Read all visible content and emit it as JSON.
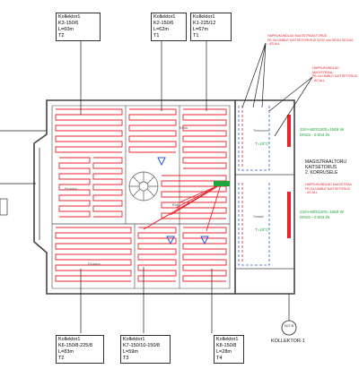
{
  "collectors_top": [
    {
      "title": "Kollektor1",
      "code": "K3-150/6",
      "length": "L=60m",
      "zone": "T2"
    },
    {
      "title": "Kollektor1",
      "code": "K2-150/6",
      "length": "L=62m",
      "zone": "T1"
    },
    {
      "title": "Kollektor1",
      "code": "K1-225/12",
      "length": "L=67m",
      "zone": "T1"
    }
  ],
  "collectors_bottom": [
    {
      "title": "Kollektor1",
      "code": "K6-150/8-225/8",
      "length": "L=83m",
      "zone": "T2"
    },
    {
      "title": "Kollektor1",
      "code": "K7-150/10-150/8",
      "length": "L=59m",
      "zone": "T3"
    },
    {
      "title": "Kollektor1",
      "code": "K8-150/8",
      "length": "L=28m",
      "zone": "T4"
    }
  ],
  "notes": {
    "note1_title": "HAPRUKUNDLAD MAGISTRAALTORUD",
    "note1_sub": "PE-Xa ÜMBLE KAITSETORUS Ø 32/32 mm SEGU SEGAS",
    "note1_extra": "- AS ALL",
    "note2_title": "HAPRUKUNDLAD MAGISTRAAL",
    "note2_sub": "PE-Xa ÜMBLE KAITSETORUS",
    "note2_extra": "- AS ALL",
    "note3_line1": "MAGISTRAALTORU",
    "note3_line2": "KAITSETORUS",
    "note3_line3": "2. KORRUSELE",
    "note4_title": "HAPRUKUNDLAD MAGISTRAA",
    "note4_sub": "PE-Xa ÜMBLE KAITSETORUS",
    "note4_extra": "- AS ALL"
  },
  "radiators": [
    {
      "spec": "22/H-600/1200=1559 W",
      "dn": "DN15 - 0.004 l/s"
    },
    {
      "spec": "22/H-600/1200=1559 W",
      "dn": "DN15 - 0.004 l/s"
    }
  ],
  "rooms": {
    "room_left": "Elutuba",
    "room_kitchen": "Köök",
    "room_hall": "Esik",
    "room_right1": "Tehnoruum",
    "room_right2": "Garaaž",
    "room_bottom": "Elutuba",
    "temp_right1": "T=18°C",
    "temp_right2": "T=18°C",
    "mark_nj": "NJT-B",
    "collector_label": "KOLLEKTOR-1"
  },
  "colors": {
    "pipe": "#e8242b",
    "wall": "#444444",
    "leader": "#222222",
    "green": "#1ea63a",
    "blue": "#2a5bd7"
  }
}
